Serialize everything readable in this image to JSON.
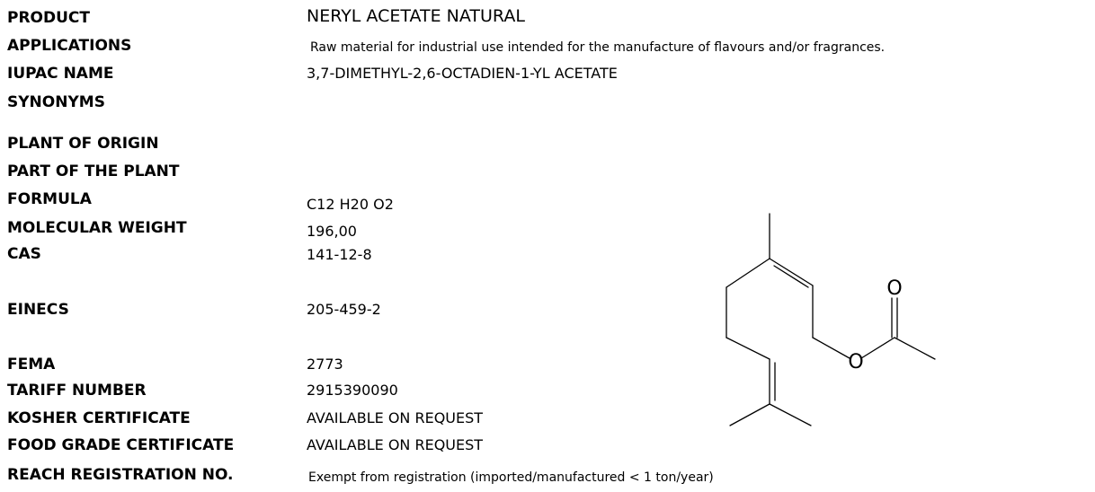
{
  "sheet": {
    "rows": [
      {
        "label": "PRODUCT",
        "value": "NERYL ACETATE NATURAL"
      },
      {
        "label": "APPLICATIONS",
        "value": "Raw material for industrial use intended for the manufacture of flavours and/or fragrances."
      },
      {
        "label": "IUPAC NAME",
        "value": "3,7-DIMETHYL-2,6-OCTADIEN-1-YL ACETATE"
      },
      {
        "label": "SYNONYMS",
        "value": ""
      },
      {
        "label": "PLANT OF ORIGIN",
        "value": ""
      },
      {
        "label": "PART OF THE PLANT",
        "value": ""
      },
      {
        "label": "FORMULA",
        "value": "C12 H20 O2"
      },
      {
        "label": "MOLECULAR WEIGHT",
        "value": "196,00"
      },
      {
        "label": "CAS",
        "value": "141-12-8"
      },
      {
        "label": "EINECS",
        "value": "205-459-2"
      },
      {
        "label": "FEMA",
        "value": "2773"
      },
      {
        "label": "TARIFF NUMBER",
        "value": "2915390090"
      },
      {
        "label": "KOSHER CERTIFICATE",
        "value": "AVAILABLE ON REQUEST"
      },
      {
        "label": "FOOD GRADE CERTIFICATE",
        "value": "AVAILABLE ON REQUEST"
      },
      {
        "label": "REACH REGISTRATION NO.",
        "value": "Exempt from registration (imported/manufactured < 1 ton/year)"
      }
    ]
  },
  "structure": {
    "atom_labels": [
      "O",
      "O"
    ]
  }
}
